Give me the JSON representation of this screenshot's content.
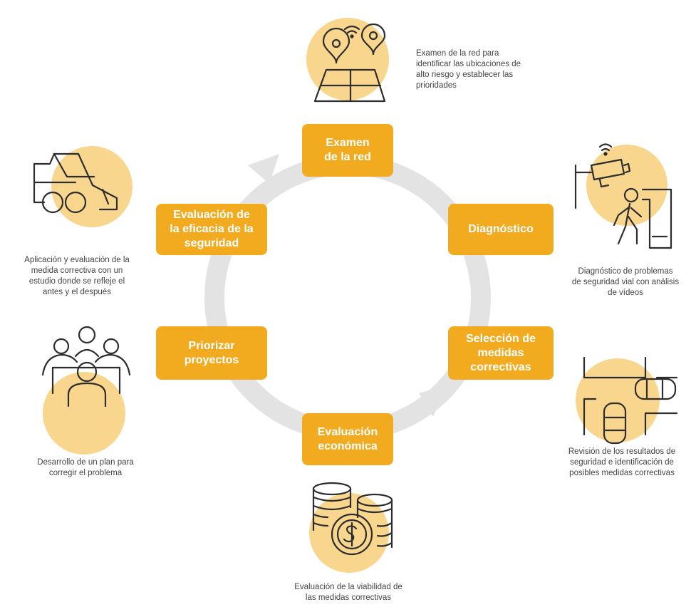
{
  "steps": {
    "examen": "Examen\nde la red",
    "diagnostico": "Diagnóstico",
    "seleccion": "Selección de\nmedidas\ncorrectivas",
    "evaluacion_economica": "Evaluación\neconómica",
    "priorizar": "Priorizar\nproyectos",
    "eficacia": "Evaluación de\nla eficacia de la\nseguridad"
  },
  "descriptions": {
    "examen": "Examen de la red para\nidentificar las ubicaciones de\nalto riesgo y establecer las\nprioridades",
    "diagnostico": "Diagnóstico de problemas\nde seguridad vial con análisis\nde vídeos",
    "seleccion": "Revisión de los resultados de\nseguridad e identificación de\nposibles medidas correctivas",
    "evaluacion_economica": "Evaluación de la viabilidad de\nlas medidas correctivas",
    "priorizar": "Desarrollo de un plan para\ncorregir el problema",
    "eficacia": "Aplicación y evaluación de la\nmedida correctiva con un\nestudio donde se refleje el\nantes y el después"
  },
  "icons": {
    "examen": "map-pins-icon",
    "diagnostico": "camera-pedestrian-icon",
    "seleccion": "cars-intersection-icon",
    "evaluacion_economica": "coins-icon",
    "priorizar": "people-meeting-icon",
    "eficacia": "bulldozer-icon"
  },
  "colors": {
    "accent": "#f2ab1e",
    "circle": "#f9d68e",
    "ring": "#e3e3e3"
  }
}
